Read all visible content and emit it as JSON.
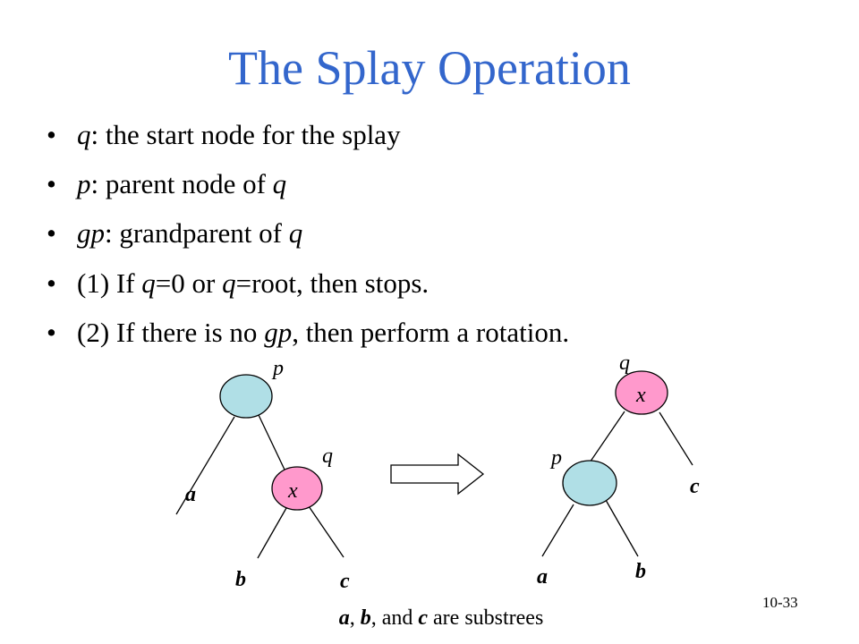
{
  "title": "The Splay Operation",
  "bullets": [
    {
      "em": "q",
      "rest": ": the start node for the splay"
    },
    {
      "em": "p",
      "rest": ": parent node of ",
      "em2": "q"
    },
    {
      "em": "gp",
      "rest": ": grandparent of ",
      "em2": "q"
    },
    {
      "pre": "(1) If ",
      "em": "q",
      "mid": "=0 or ",
      "em2": "q",
      "post": "=root, then stops."
    },
    {
      "pre": "(2) If there is no ",
      "em": "gp",
      "post": ", then perform a rotation."
    }
  ],
  "diagram": {
    "before": {
      "p": "p",
      "q": "q",
      "x": "x",
      "a": "a",
      "b": "b",
      "c": "c"
    },
    "after": {
      "q": "q",
      "p": "p",
      "x": "x",
      "a": "a",
      "b": "b",
      "c": "c"
    },
    "caption": {
      "a": "a",
      "sep1": ", ",
      "b": "b",
      "sep2": ", and ",
      "c": "c",
      "tail": " are substrees"
    }
  },
  "colors": {
    "title": "#3366cc",
    "parent_node": "#b0dfe6",
    "child_node": "#ff99cc"
  },
  "page_number": "10-33"
}
